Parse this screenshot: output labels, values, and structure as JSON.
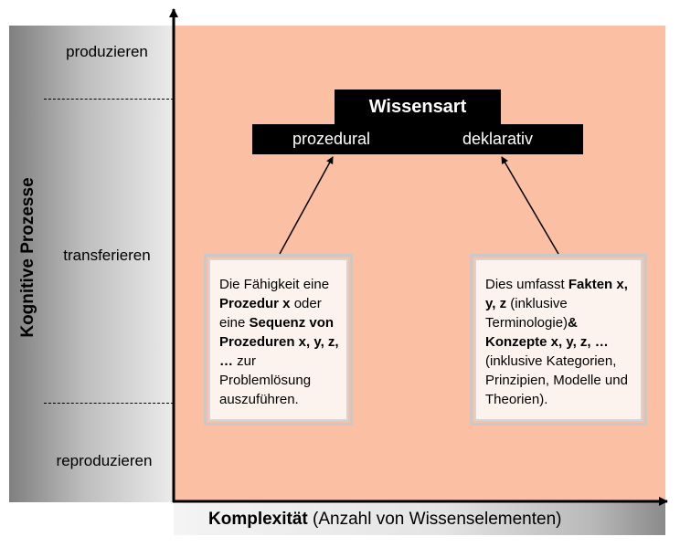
{
  "y_axis": {
    "title": "Kognitive Prozesse",
    "levels": [
      "produzieren",
      "transferieren",
      "reproduzieren"
    ]
  },
  "x_axis": {
    "title_bold": "Komplexität",
    "title_rest": " (Anzahl von Wissenselementen)"
  },
  "wissensart": {
    "title": "Wissensart",
    "left": "prozedural",
    "right": "deklarativ"
  },
  "box_left": {
    "t1": "Die Fähigkeit eine ",
    "b1": "Prozedur x",
    "t2": " oder eine ",
    "b2": "Sequenz von Prozeduren x, y, z, …",
    "t3": " zur Problemlösung auszuführen."
  },
  "box_right": {
    "t1": "Dies umfasst ",
    "b1": "Fakten x, y, z",
    "t2": " (inklusive Terminologie)",
    "b2": "& Konzepte x, y, z, …",
    "t3": " (inklusive Kategorien, Prinzipien, Modelle und Theorien)."
  },
  "colors": {
    "background_region": "#fbbfa4",
    "box_fill": "#fdf3ee",
    "header_fill": "#000000"
  }
}
